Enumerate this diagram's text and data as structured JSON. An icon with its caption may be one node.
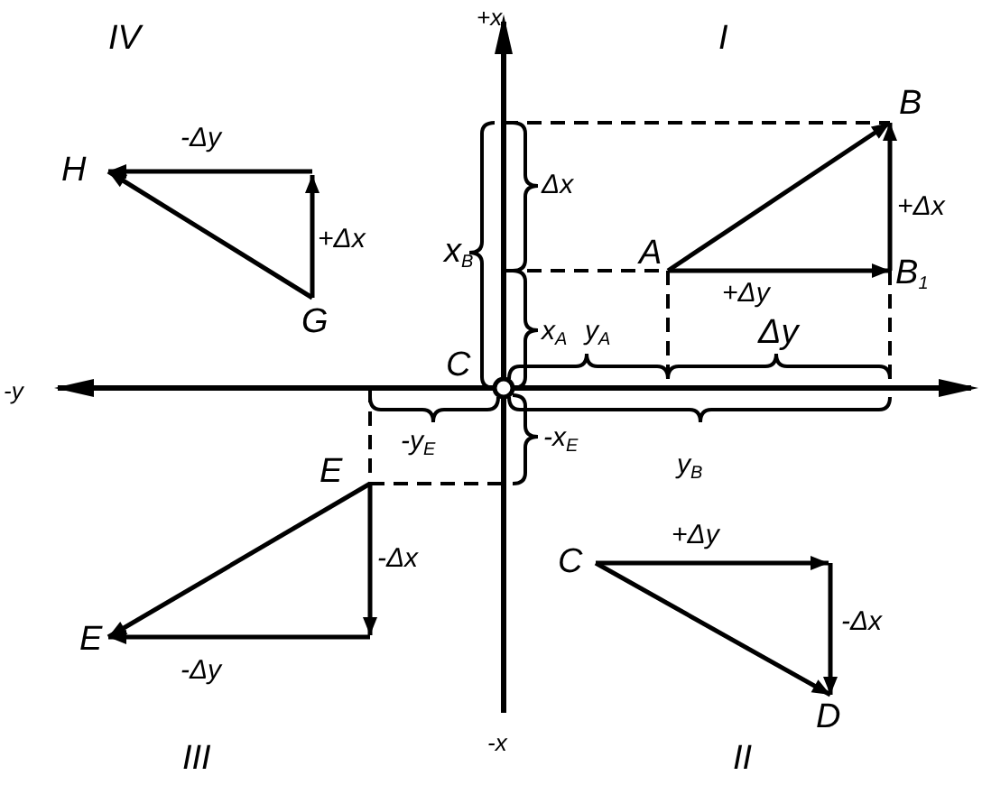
{
  "diagram": {
    "nodes": [
      {
        "text": [
          "A"
        ]
      },
      {
        "text": [
          "B"
        ]
      },
      {
        "text": [
          "B$_{1}$"
        ]
      },
      {
        "text": [
          "H"
        ]
      },
      {
        "text": [
          "G"
        ]
      },
      {
        "text": [
          "E"
        ]
      },
      {
        "text": [
          "E"
        ]
      },
      {
        "text": [
          "C"
        ]
      },
      {
        "text": [
          "D"
        ]
      }
    ],
    "edges": [
      {
        "from": 0,
        "to": 1,
        "arrow": "to"
      },
      {
        "from": 0,
        "to": 2,
        "arrow": "to",
        "label": "+Δy"
      },
      {
        "from": 2,
        "to": 1,
        "arrow": "to",
        "label": "+Δx"
      },
      {
        "from": 4,
        "to": 3,
        "arrow": "to"
      },
      {
        "from": 4,
        "to": null,
        "arrow": "to",
        "label": "+Δx"
      },
      {
        "from": null,
        "to": 3,
        "arrow": "to",
        "label": "-Δy"
      },
      {
        "from": 5,
        "to": 6,
        "arrow": "to"
      },
      {
        "from": 5,
        "to": null,
        "arrow": "to",
        "label": "-Δx"
      },
      {
        "from": null,
        "to": 6,
        "arrow": "to",
        "label": "-Δy"
      },
      {
        "from": 7,
        "to": 8,
        "arrow": "to"
      },
      {
        "from": 7,
        "to": null,
        "arrow": "to",
        "label": "+Δy"
      },
      {
        "from": null,
        "to": 8,
        "arrow": "to",
        "label": "-Δx"
      }
    ],
    "labels": [
      "+x",
      "IV",
      "I",
      "x$_{B}$",
      "Δx",
      "C",
      "x$_{A}$",
      "y$_{A}$",
      "Δy",
      "-y",
      "-y$_{E}$",
      "-x$_{E}$",
      "y$_{B}$",
      "-x",
      "III",
      "II"
    ]
  }
}
